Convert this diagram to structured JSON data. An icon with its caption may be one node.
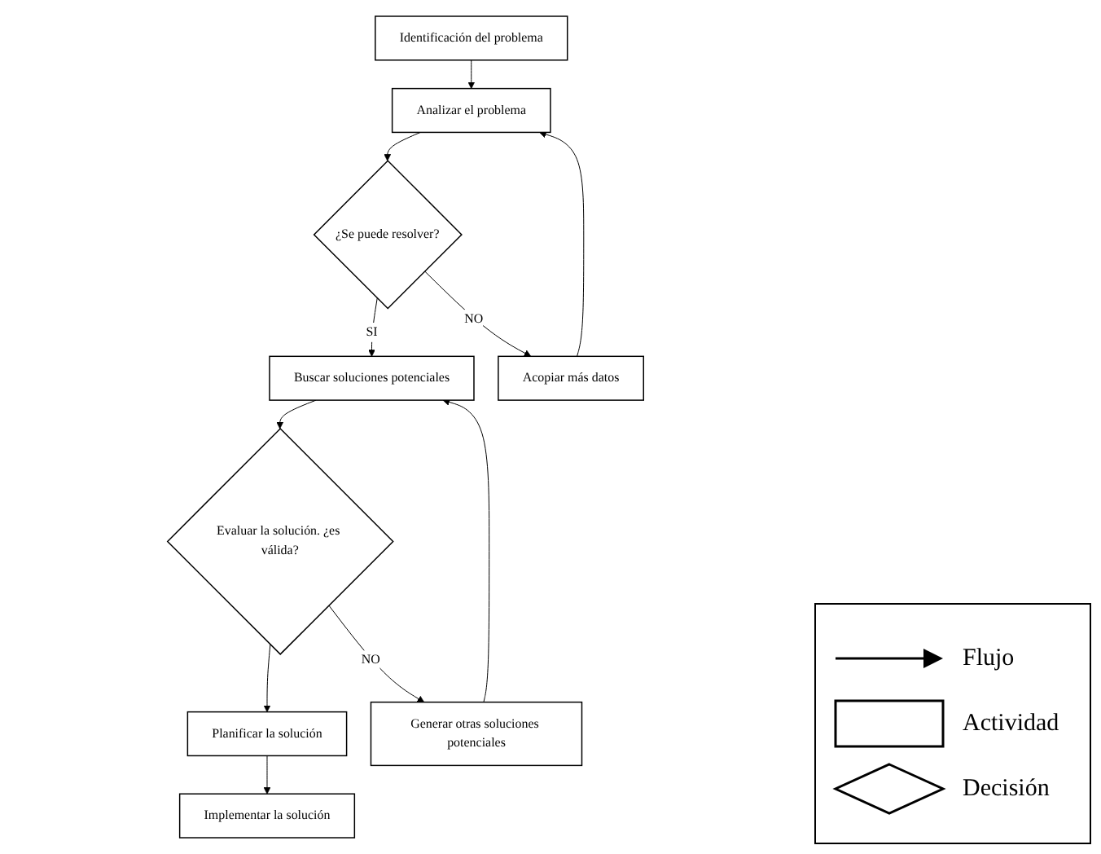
{
  "diagram": {
    "nodes": [
      {
        "text": [
          "Identificación del problema"
        ]
      },
      {
        "text": [
          "Analizar el problema"
        ]
      },
      {
        "text": [
          "¿Se puede resolver?"
        ]
      },
      {
        "text": [
          "Buscar soluciones potenciales"
        ]
      },
      {
        "text": [
          "Evaluar la solución. ¿es válida?"
        ]
      },
      {
        "text": [
          "Planificar la solución"
        ]
      },
      {
        "text": [
          "Implementar la solución"
        ]
      },
      {
        "text": [
          "Acopiar más datos"
        ]
      },
      {
        "text": [
          "Generar otras soluciones potenciales"
        ]
      }
    ],
    "edges": [
      {
        "from": 0,
        "to": 1,
        "arrow": "to"
      },
      {
        "from": 1,
        "to": 2,
        "arrow": "to"
      },
      {
        "from": 2,
        "to": 3,
        "arrow": "to",
        "label": "SI"
      },
      {
        "from": 2,
        "to": 7,
        "arrow": "to",
        "label": "NO"
      },
      {
        "from": 7,
        "to": 1,
        "arrow": "to"
      },
      {
        "from": 3,
        "to": 4,
        "arrow": "to"
      },
      {
        "from": 4,
        "to": 8,
        "arrow": "to",
        "label": "NO"
      },
      {
        "from": 8,
        "to": 3,
        "arrow": "to"
      },
      {
        "from": 4,
        "to": 5,
        "arrow": "to"
      },
      {
        "from": 5,
        "to": 6,
        "arrow": "to"
      }
    ],
    "legend": [
      {
        "text": "Flujo"
      },
      {
        "text": "Actividad"
      },
      {
        "text": "Decisión"
      }
    ]
  }
}
